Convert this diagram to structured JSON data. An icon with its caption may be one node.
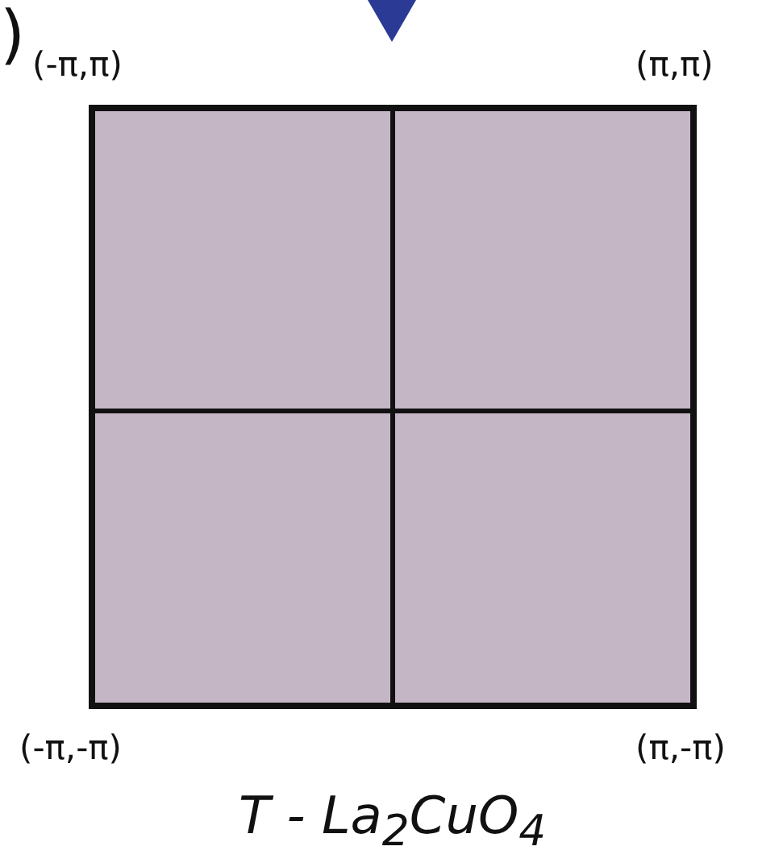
{
  "diagram": {
    "labels": [
      ")",
      "(-π,π)",
      "(π,π)",
      "(-π,-π)",
      "(π,-π)",
      "T - La$_{2}$CuO$_{4}$"
    ]
  }
}
